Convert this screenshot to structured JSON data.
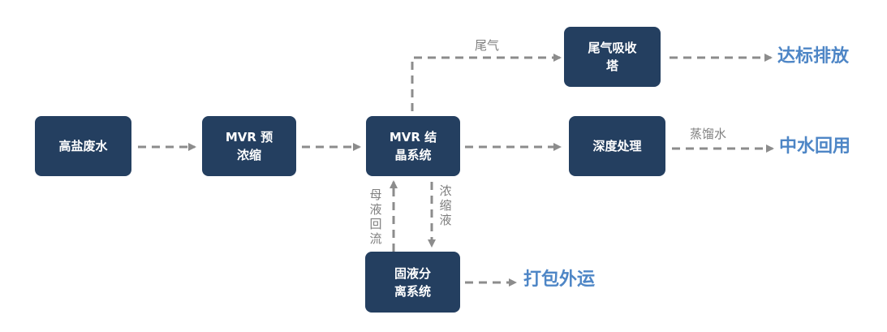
{
  "nodes": {
    "high_salt_wastewater": "高盐废水",
    "mvr_preconcentration": "MVR 预\n浓缩",
    "mvr_crystallization": "MVR 结\n晶系统",
    "tail_gas_absorption": "尾气吸收\n塔",
    "deep_treatment": "深度处理",
    "solid_liquid_separation": "固液分\n离系统"
  },
  "outputs": {
    "discharge": "达标排放",
    "reuse": "中水回用",
    "transport": "打包外运"
  },
  "edge_labels": {
    "tail_gas": "尾气",
    "distilled_water": "蒸馏水",
    "mother_liquor_reflux": "母液回流",
    "concentrate": "浓缩液"
  },
  "colors": {
    "node_fill": "#243f60",
    "node_text": "#ffffff",
    "arrow": "#8c8c8c",
    "output_text": "#4e86c6",
    "edge_label_text": "#7f7f7f"
  }
}
